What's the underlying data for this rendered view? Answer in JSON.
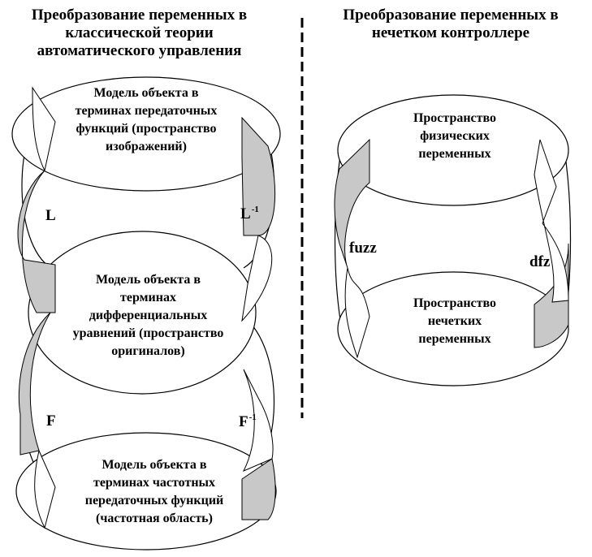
{
  "left_header": [
    "Преобразование переменных в",
    "классической теории",
    "автоматического управления"
  ],
  "right_header": [
    "Преобразование переменных в",
    "нечетком контроллере"
  ],
  "left_nodes": {
    "top": [
      "Модель объекта в",
      "терминах передаточных",
      "функций (пространство",
      "изображений)"
    ],
    "middle": [
      "Модель объекта в",
      "терминах",
      "дифференциальных",
      "уравнений (пространство",
      "оригиналов)"
    ],
    "bottom": [
      "Модель объекта в",
      "терминах частотных",
      "передаточных функций",
      "(частотная область)"
    ]
  },
  "right_nodes": {
    "top": [
      "Пространство",
      "физических",
      "переменных"
    ],
    "bottom": [
      "Пространство",
      "нечетких",
      "переменных"
    ]
  },
  "arrow_labels": {
    "L": "L",
    "L_inv": "L",
    "L_inv_sup": "-1",
    "F": "F",
    "F_inv": "F",
    "F_inv_sup": "-1",
    "fuzz": "fuzz",
    "dfz": "dfz"
  },
  "colors": {
    "arrow_fill": "#c8c8c8",
    "outline": "#000000",
    "background": "#ffffff"
  }
}
